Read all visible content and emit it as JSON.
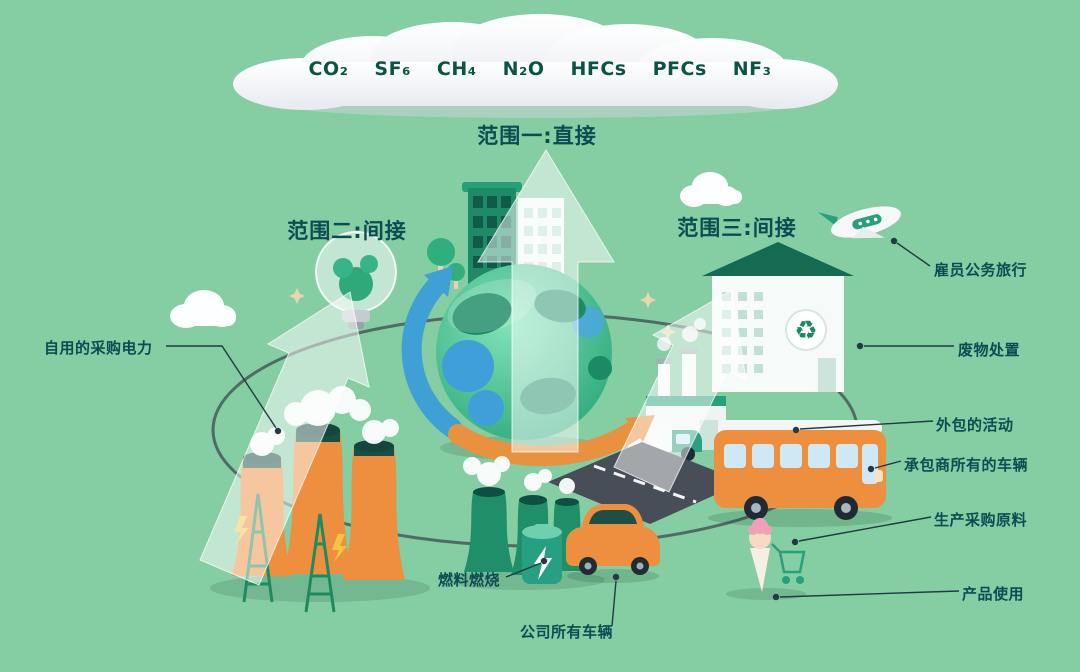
{
  "cloud": {
    "gases": [
      "CO₂",
      "SF₆",
      "CH₄",
      "N₂O",
      "HFCs",
      "PFCs",
      "NF₃"
    ]
  },
  "scopes": {
    "scope1": "范围一:直接",
    "scope2": "范围二:间接",
    "scope3": "范围三:间接"
  },
  "callouts": {
    "purchased_electricity": "自用的采购电力",
    "fuel_combustion": "燃料燃烧",
    "company_vehicles": "公司所有车辆",
    "employee_travel": "雇员公务旅行",
    "waste_disposal": "废物处置",
    "outsourced_activities": "外包的活动",
    "contractor_vehicles": "承包商所有的车辆",
    "production_materials": "生产采购原料",
    "product_use": "产品使用"
  },
  "colors": {
    "background": "#85cda2",
    "text_dark_teal": "#0d4b53",
    "gas_text": "#0a5446",
    "globe_green": "#2ea87d",
    "globe_blue": "#3f9fd8",
    "accent_orange": "#ed8f3f",
    "accent_teal": "#1f8a66",
    "cloud_white": "#ffffff"
  }
}
